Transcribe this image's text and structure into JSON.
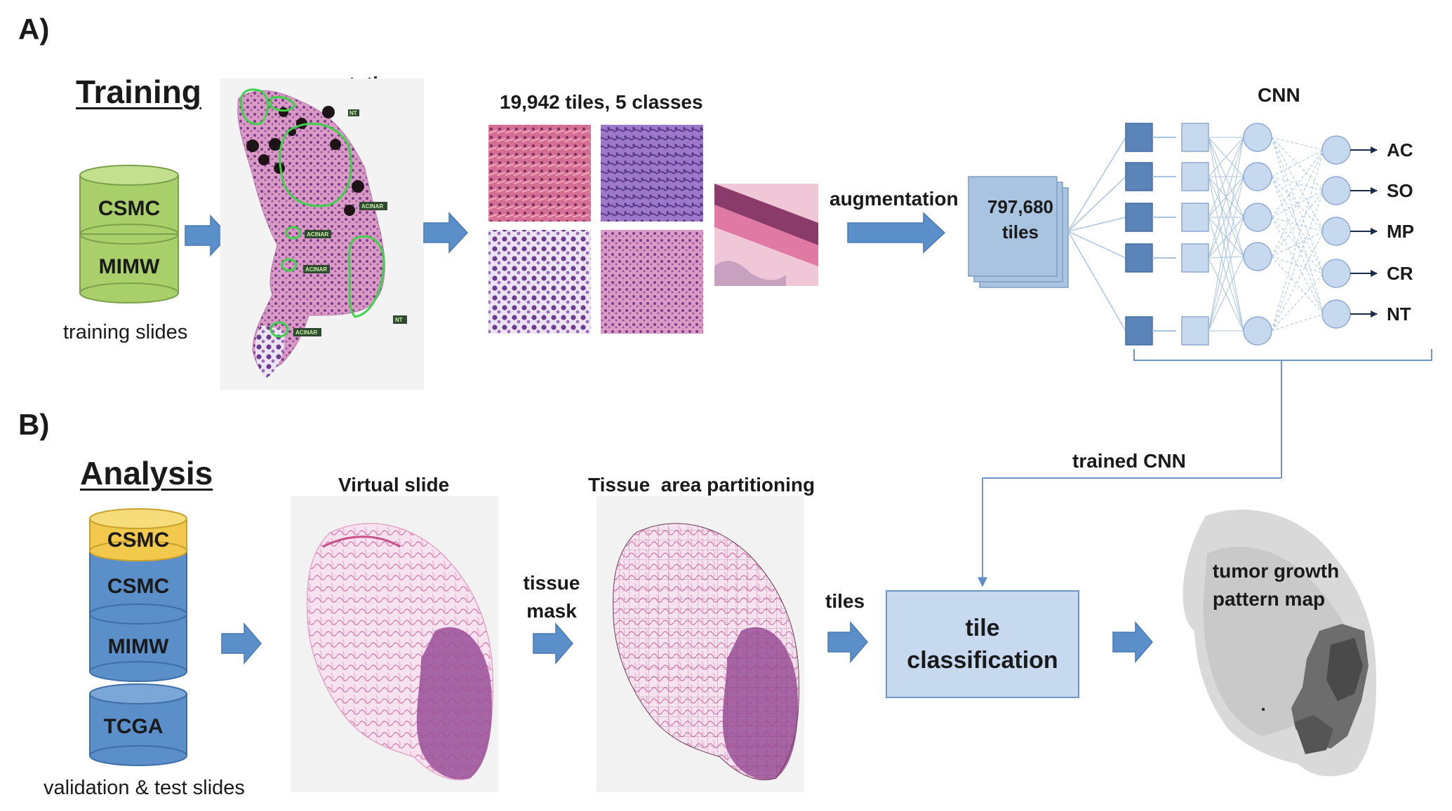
{
  "section_a": {
    "letter": "A)",
    "heading": "Training",
    "cylinders": [
      "CSMC",
      "MIMW"
    ],
    "slides_caption": "training slides",
    "annotations_label": "annotations",
    "slide_tags": [
      "NT",
      "ACINAR",
      "ACINAR",
      "ACINAR",
      "ACINAR",
      "NT"
    ],
    "tiles_label": "19,942 tiles, 5 classes",
    "augmentation_label": "augmentation",
    "tile_stack": [
      "797,680",
      "tiles"
    ],
    "cnn_label": "CNN",
    "classes": [
      "AC",
      "SO",
      "MP",
      "CR",
      "NT"
    ]
  },
  "section_b": {
    "letter": "B)",
    "heading": "Analysis",
    "cylinders": [
      "CSMC",
      "CSMC",
      "MIMW",
      "TCGA"
    ],
    "slides_caption": "validation & test slides",
    "virtual_slide_label": "Virtual slide",
    "partition_label": "Tissue  area partitioning",
    "tissue_mask_label": [
      "tissue",
      "mask"
    ],
    "tiles_label": "tiles",
    "classification_box": [
      "tile",
      "classification"
    ],
    "trained_cnn_label": "trained CNN",
    "map_label": [
      "tumor growth",
      "pattern map"
    ]
  },
  "colors": {
    "green_cyl": "#a9cf6a",
    "blue_cyl": "#5b8fca",
    "yellow_cyl": "#f2c94c",
    "arrow": "#5b8fca",
    "box": "#c6d9ef",
    "tissue": "#c24f95"
  }
}
